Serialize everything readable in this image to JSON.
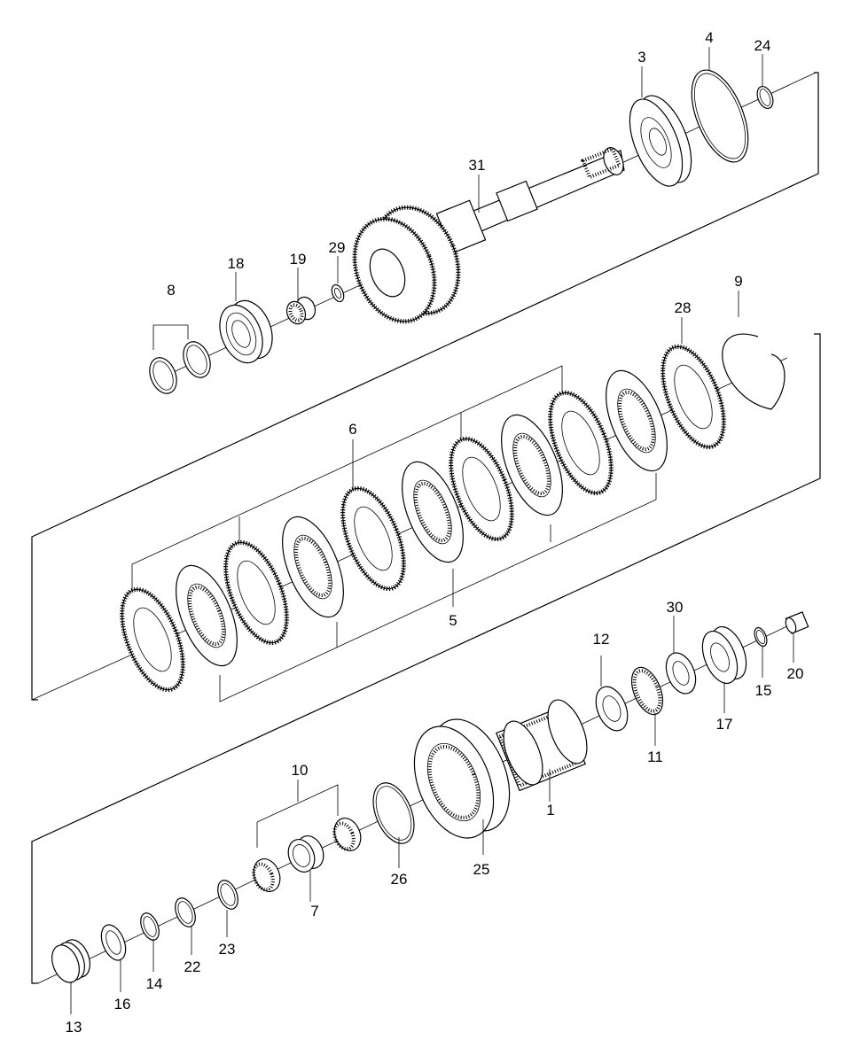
{
  "callouts": {
    "n1": "1",
    "n3": "3",
    "n4": "4",
    "n5": "5",
    "n6": "6",
    "n7": "7",
    "n8": "8",
    "n9": "9",
    "n10": "10",
    "n11": "11",
    "n12": "12",
    "n13": "13",
    "n14": "14",
    "n15": "15",
    "n16": "16",
    "n17": "17",
    "n18": "18",
    "n19": "19",
    "n20": "20",
    "n22": "22",
    "n23": "23",
    "n24": "24",
    "n25": "25",
    "n26": "26",
    "n28": "28",
    "n29": "29",
    "n30": "30",
    "n31": "31"
  }
}
